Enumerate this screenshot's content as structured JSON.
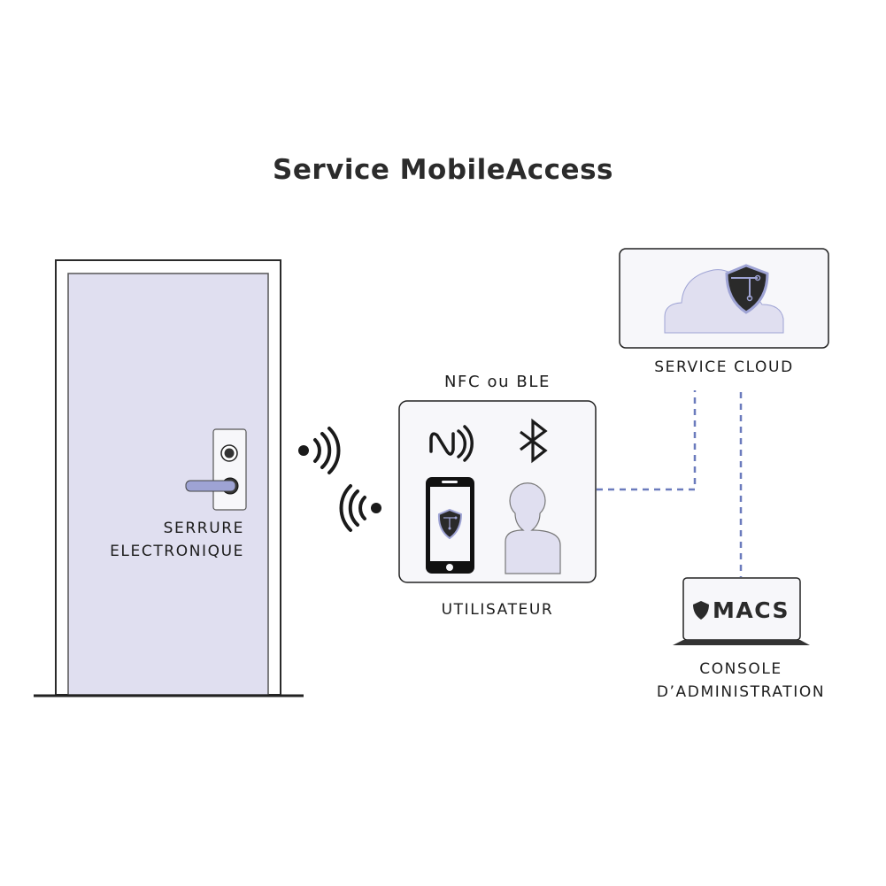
{
  "title": "Service MobileAccess",
  "door": {
    "label_line1": "SERRURE",
    "label_line2": "ELECTRONIQUE"
  },
  "user_box": {
    "protocol_label": "NFC ou BLE",
    "label": "UTILISATEUR",
    "icons": [
      "nfc-icon",
      "bluetooth-icon",
      "smartphone-icon",
      "user-icon"
    ]
  },
  "cloud": {
    "label": "SERVICE CLOUD",
    "icons": [
      "cloud-icon",
      "shield-icon"
    ]
  },
  "console": {
    "screen_text": "MACS",
    "label_line1": "CONSOLE",
    "label_line2": "D’ADMINISTRATION"
  },
  "colors": {
    "door_fill": "#e0dff0",
    "accent": "#9ea3d4",
    "dashed_line": "#6b7bbd",
    "box_fill": "#f7f7fa",
    "dark": "#1e1e1e"
  }
}
